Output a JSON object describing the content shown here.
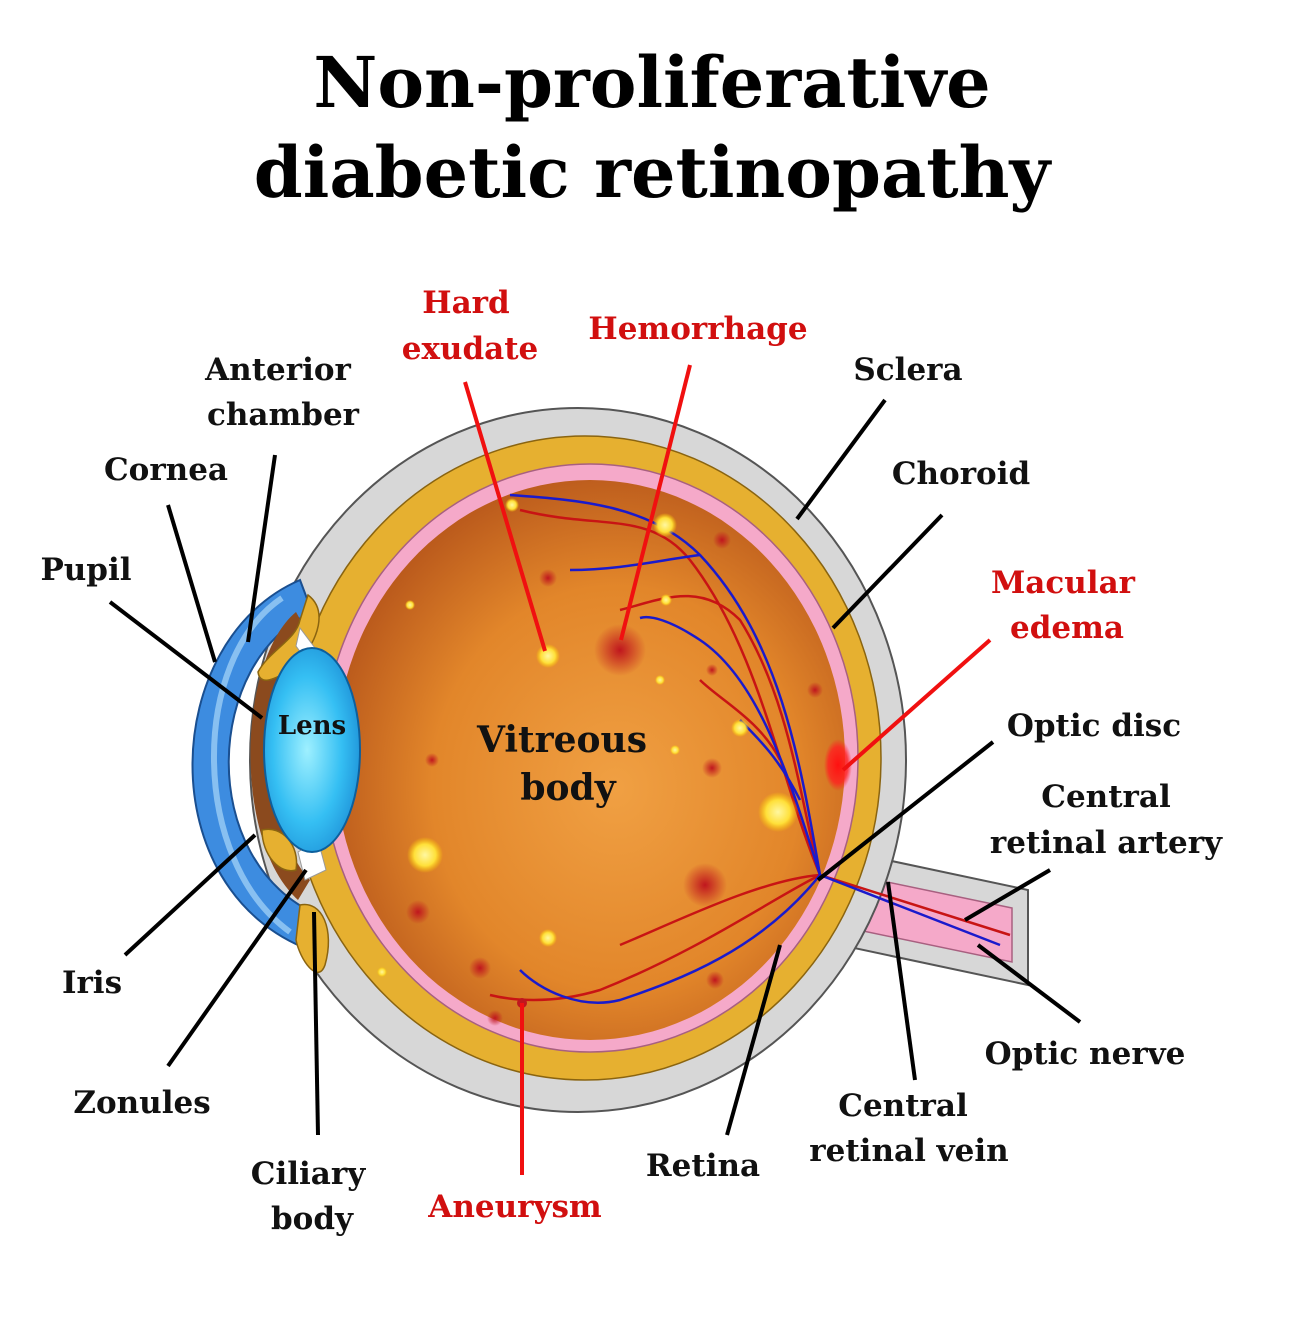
{
  "title": {
    "line1": "Non-proliferative",
    "line2": "diabetic retinopathy"
  },
  "colors": {
    "sclera": "#d7d7d7",
    "choroid": "#e6b030",
    "retina": "#f5a9c9",
    "vitreous": "#e88d2c",
    "cornea": "#3d8ce0",
    "lens": "#28aff0",
    "iris": "#8b4513",
    "artery": "#c81414",
    "vein": "#1a1acc",
    "pathology_label": "#d10f0f"
  },
  "inner_labels": {
    "lens": "Lens",
    "vitreous_line1": "Vitreous",
    "vitreous_line2": "body"
  },
  "labels": {
    "hard_exudate_1": "Hard",
    "hard_exudate_2": "exudate",
    "hemorrhage": "Hemorrhage",
    "anterior_chamber_1": "Anterior",
    "anterior_chamber_2": "chamber",
    "sclera": "Sclera",
    "cornea": "Cornea",
    "choroid": "Choroid",
    "pupil": "Pupil",
    "macular_edema_1": "Macular",
    "macular_edema_2": "edema",
    "optic_disc": "Optic disc",
    "central_retinal_artery_1": "Central",
    "central_retinal_artery_2": "retinal artery",
    "iris": "Iris",
    "optic_nerve": "Optic nerve",
    "zonules": "Zonules",
    "central_retinal_vein_1": "Central",
    "central_retinal_vein_2": "retinal vein",
    "ciliary_body_1": "Ciliary",
    "ciliary_body_2": "body",
    "retina": "Retina",
    "aneurysm": "Aneurysm"
  }
}
